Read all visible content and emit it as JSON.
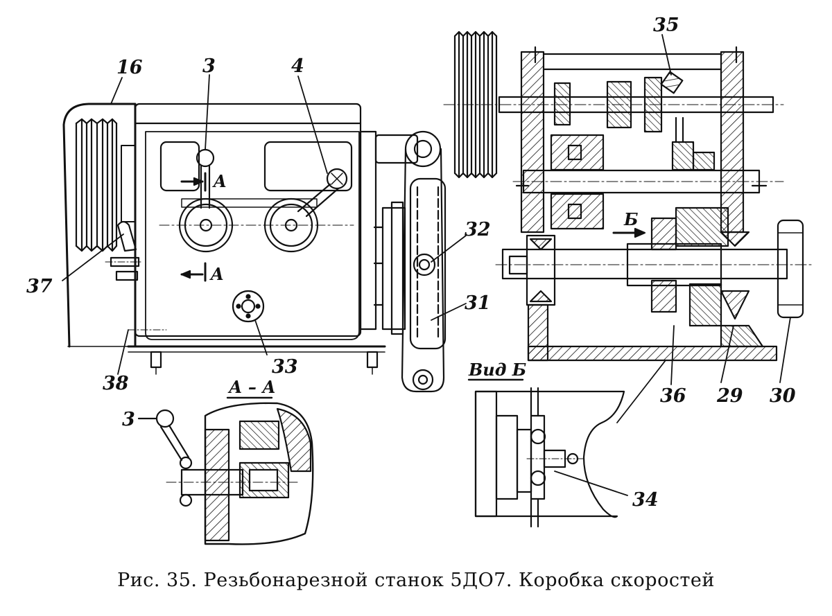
{
  "figure": {
    "caption": "Рис. 35. Резьбонарезной станок 5ДО7. Коробка скоростей"
  },
  "labels": {
    "l16": "16",
    "l3": "3",
    "l4": "4",
    "l35": "35",
    "l32": "32",
    "l31": "31",
    "l37": "37",
    "l38": "38",
    "l33": "33",
    "l36": "36",
    "l29": "29",
    "l30": "30",
    "l34": "34",
    "l3b": "3",
    "arrowA1": "A",
    "arrowA2": "A",
    "arrowB": "Б"
  },
  "sections": {
    "aa": "А – А",
    "view_b": "Вид Б"
  },
  "colors": {
    "ink": "#111111",
    "paper": "#ffffff"
  }
}
